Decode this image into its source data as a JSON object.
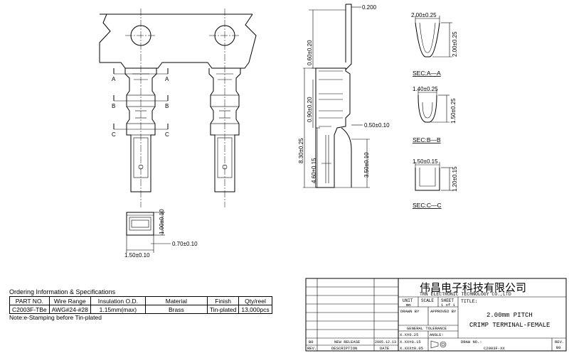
{
  "dimensions": {
    "thickness": "0.200",
    "height_a": "0.60±0.20",
    "height_b": "0.90±0.20",
    "overall_length": "8.30±0.25",
    "mid_length": "4.60±0.15",
    "lance_gap": "0.50±0.10",
    "box_length": "3.50±0.10",
    "end_height": "1.00±0.10",
    "end_width": "1.50±0.10",
    "end_lip": "0.70±0.10",
    "sec_a_width": "2.00±0.25",
    "sec_a_height": "2.00±0.25",
    "sec_b_width": "1.40±0.25",
    "sec_b_height": "1.50±0.25",
    "sec_c_width": "1.50±0.15",
    "sec_c_height": "1.20±0.15"
  },
  "section_labels": {
    "a": "SEC:A—A",
    "b": "SEC:B—B",
    "c": "SEC:C—C"
  },
  "cut_marks": {
    "a": "A",
    "b": "B",
    "c": "C"
  },
  "ordering": {
    "title": "Ordering Information & Specifications",
    "headers": [
      "PART NO.",
      "Wire Range",
      "Insulation O.D.",
      "Material",
      "Finish",
      "Qty/reel"
    ],
    "row": [
      "C2003F-TBe",
      "AWG#24-#28",
      "1.15mm(max)",
      "Brass",
      "Tin-plated",
      "13,000pcs"
    ],
    "note": "Note:e-Stamping before Tin-plated"
  },
  "title_block": {
    "company_cn": "伟昌电子科技有限公司",
    "company_en": "TRN ELECTRONIC TECHNOLOGY CO.,LTD",
    "title_label": "TITLE:",
    "title_line1": "2.00mm PITCH",
    "title_line2": "CRIMP TERMINAL-FEMALE",
    "unit_label": "UNIT",
    "unit_value": "mm",
    "scale_label": "SCALE",
    "sheet_label": "SHEET",
    "sheet_value": "1 of 1",
    "drawn_by": "DRAWN BY",
    "approved_by": "APPROVED BY",
    "general_tolerance": "GENERAL TOLERANCE",
    "tol_1": "X.X±0.25",
    "tol_2": "X.XX±0.15",
    "tol_3": "X.XXX±0.05",
    "angle": "ANGLE:",
    "draw_no_label": "DRAW NO.:",
    "draw_no": "C2003F-XX",
    "rev_label": "REV.",
    "rev_value": "B0",
    "history_rev": "B0",
    "history_desc": "NEW RELEASE",
    "history_date": "2005.12.13",
    "col_rev": "REV.",
    "col_desc": "DESCRIPTION",
    "col_date": "DATE"
  }
}
